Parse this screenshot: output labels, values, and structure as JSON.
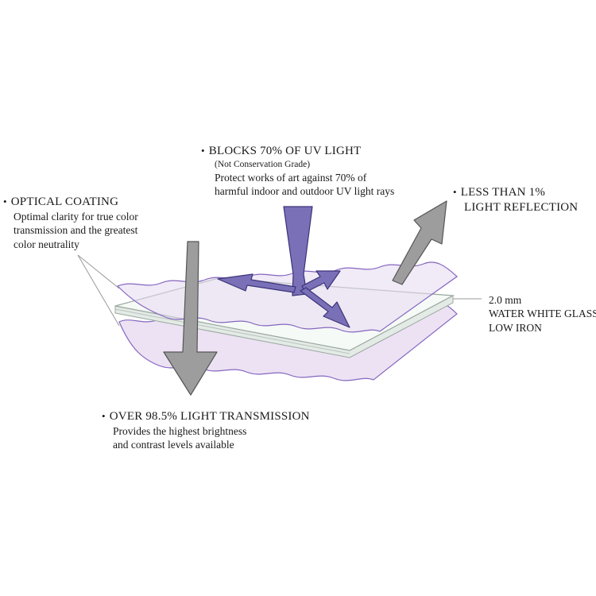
{
  "uv_block": {
    "title": "BLOCKS 70% OF UV LIGHT",
    "note": "(Not Conservation Grade)",
    "line1": "Protect works of art against 70% of",
    "line2": "harmful indoor and outdoor UV light rays"
  },
  "optical_coating": {
    "title": "OPTICAL COATING",
    "line1": "Optimal clarity for true color",
    "line2": "transmission and the greatest",
    "line3": "color neutrality"
  },
  "reflection": {
    "line1": "LESS THAN 1%",
    "line2": "LIGHT REFLECTION"
  },
  "transmission": {
    "title": "OVER 98.5% LIGHT TRANSMISSION",
    "line1": "Provides the highest brightness",
    "line2": "and contrast levels available"
  },
  "glass": {
    "line1": "2.0 mm",
    "line2": "WATER WHITE GLASS",
    "line3": "LOW IRON"
  },
  "bullet": "•",
  "colors": {
    "coating_fill": "#ece2f3",
    "coating_edge": "#8566c0",
    "glass_fill": "#f6faf6",
    "glass_edge": "#9aa8a0",
    "uv_arrow": "#7a70b8",
    "gray_arrow": "#9d9d9d",
    "text": "#1a1a1a"
  }
}
